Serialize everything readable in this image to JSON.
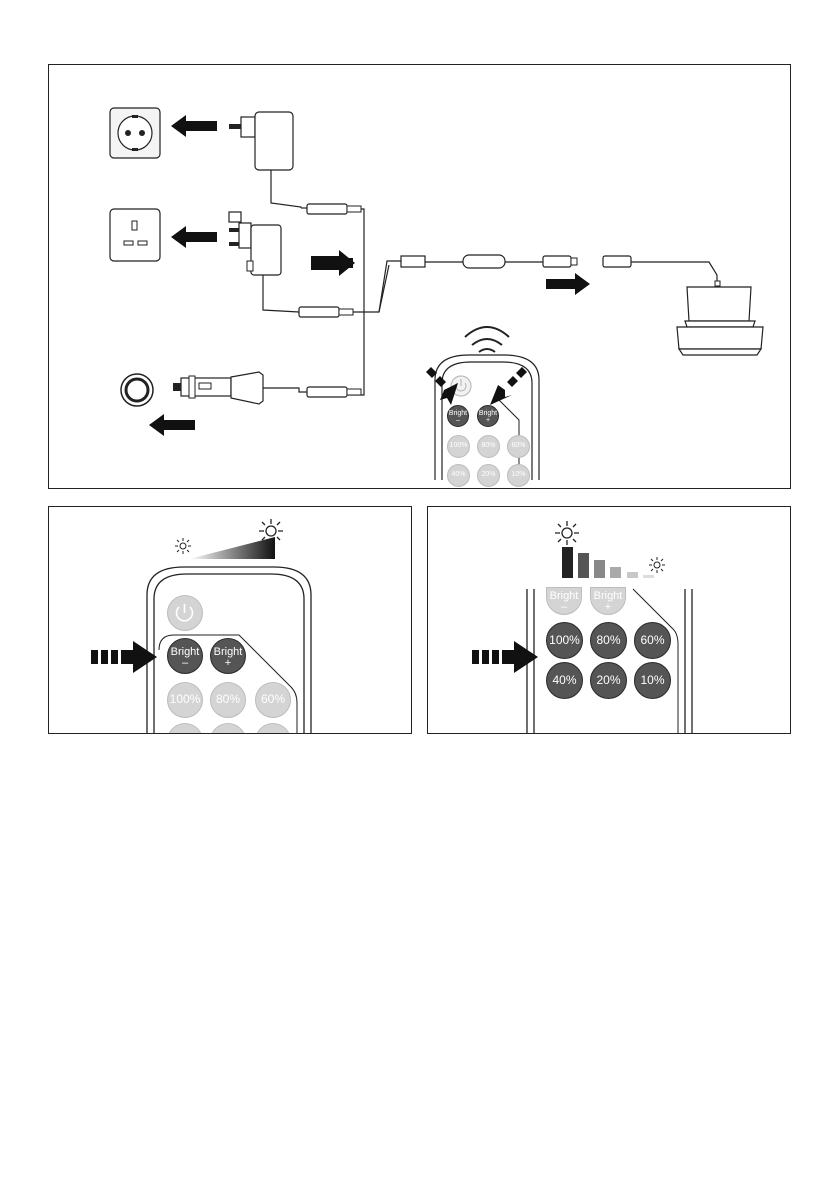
{
  "remote": {
    "bright_minus": "Bright",
    "bright_plus": "Bright",
    "minus_sign": "–",
    "plus_sign": "+",
    "presets": [
      "100%",
      "80%",
      "60%",
      "40%",
      "20%",
      "10%"
    ]
  },
  "colors": {
    "line": "#222222",
    "dark_button": "#555555",
    "light_button": "#d4d4d4",
    "arrow": "#111111"
  },
  "icons": [
    "eu-socket-icon",
    "uk-socket-icon",
    "car-socket-icon",
    "eu-adapter-icon",
    "uk-adapter-icon",
    "car-adapter-icon",
    "inline-dimmer-icon",
    "lamp-icon",
    "wireless-signal-icon",
    "sun-icon",
    "power-icon"
  ]
}
